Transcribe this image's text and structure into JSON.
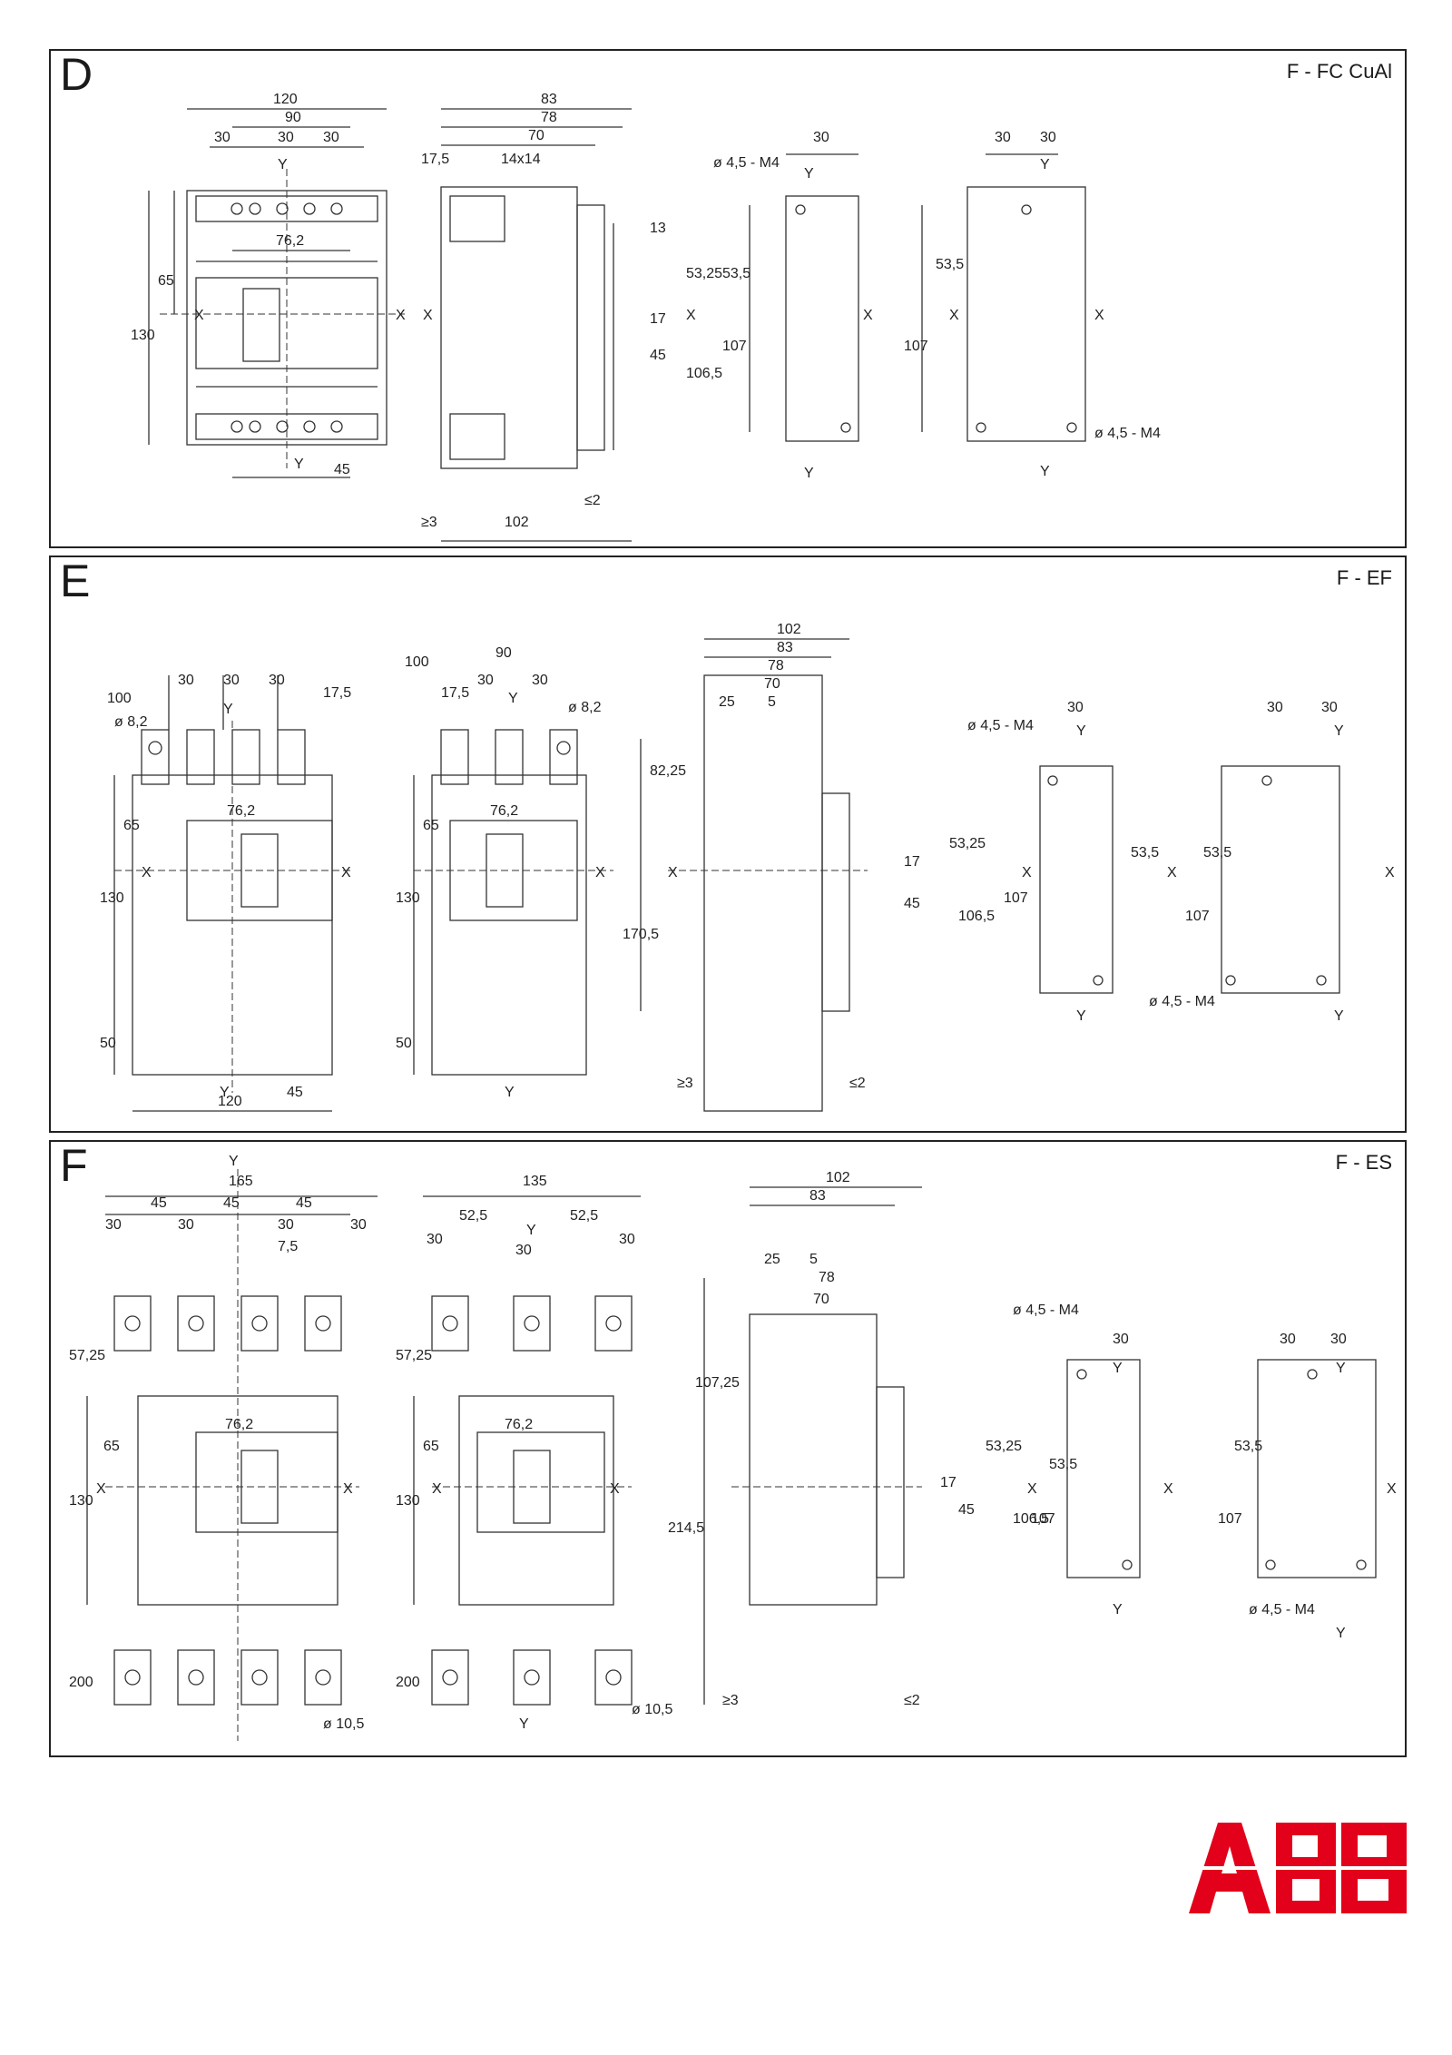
{
  "brand": {
    "name": "ABB",
    "color": "#e2001a"
  },
  "panels": [
    {
      "letter": "D",
      "code": "F - FC CuAl",
      "labels": {
        "d_120": "120",
        "d_90": "90",
        "d_30a": "30",
        "d_30b": "30",
        "d_30c": "30",
        "d_y_top": "Y",
        "d_76": "76,2",
        "d_65": "65",
        "d_130": "130",
        "d_x_left": "X",
        "d_x_right": "X",
        "d_y_bot": "Y",
        "d_45": "45",
        "s_83": "83",
        "s_78": "78",
        "s_70": "70",
        "s_175": "17,5",
        "s_14x14": "14x14",
        "s_13": "13",
        "s_5325": "53,25",
        "s_17": "17",
        "s_45": "45",
        "s_1065": "106,5",
        "s_x_left": "X",
        "s_x_right": "X",
        "s_ge3": "≥3",
        "s_102": "102",
        "s_le2": "≤2",
        "t1_30": "30",
        "t1_y": "Y",
        "t1_hole": "ø 4,5 - M4",
        "t1_535": "53,5",
        "t1_107": "107",
        "t1_x": "X",
        "t1_y_bot": "Y",
        "t2_30a": "30",
        "t2_30b": "30",
        "t2_y": "Y",
        "t2_535": "53,5",
        "t2_107": "107",
        "t2_x_left": "X",
        "t2_x_right": "X",
        "t2_hole": "ø 4,5 - M4",
        "t2_y_bot": "Y"
      }
    },
    {
      "letter": "E",
      "code": "F - EF",
      "labels": {
        "a_100": "100",
        "a_30a": "30",
        "a_30b": "30",
        "a_30c": "30",
        "a_175": "17,5",
        "a_82": "ø 8,2",
        "a_y": "Y",
        "a_762": "76,2",
        "a_65": "65",
        "a_130": "130",
        "a_x_left": "X",
        "a_x_right": "X",
        "a_50": "50",
        "a_y_bot": "Y",
        "a_45": "45",
        "a_120": "120",
        "b_100": "100",
        "b_90": "90",
        "b_175": "17,5",
        "b_30a": "30",
        "b_30b": "30",
        "b_y": "Y",
        "b_82": "ø 8,2",
        "b_762": "76,2",
        "b_65": "65",
        "b_130": "130",
        "b_x_right": "X",
        "b_50": "50",
        "b_y_bot": "Y",
        "c_102": "102",
        "c_83": "83",
        "c_78": "78",
        "c_70": "70",
        "c_25": "25",
        "c_5": "5",
        "c_8225": "82,25",
        "c_1705": "170,5",
        "c_x": "X",
        "c_5325": "53,25",
        "c_17": "17",
        "c_45": "45",
        "c_1065": "106,5",
        "c_ge3": "≥3",
        "c_le2": "≤2",
        "t1_hole": "ø 4,5 - M4",
        "t1_30": "30",
        "t1_y": "Y",
        "t1_107": "107",
        "t1_x": "X",
        "t1_535": "53,5",
        "t1_x_right": "X",
        "t1_y_bot": "Y",
        "t2_30a": "30",
        "t2_30b": "30",
        "t2_y": "Y",
        "t2_535": "53,5",
        "t2_107": "107",
        "t2_x": "X",
        "t2_hole": "ø 4,5 - M4",
        "t2_y_bot": "Y"
      }
    },
    {
      "letter": "F",
      "code": "F - ES",
      "labels": {
        "a_y_top": "Y",
        "a_165": "165",
        "a_45a": "45",
        "a_45b": "45",
        "a_45c": "45",
        "a_30a": "30",
        "a_30b": "30",
        "a_30c": "30",
        "a_30d": "30",
        "a_75": "7,5",
        "a_5725": "57,25",
        "a_65": "65",
        "a_130": "130",
        "a_x_left": "X",
        "a_x_right": "X",
        "a_762": "76,2",
        "a_200": "200",
        "a_105": "ø 10,5",
        "b_135": "135",
        "b_525a": "52,5",
        "b_525b": "52,5",
        "b_y": "Y",
        "b_30a": "30",
        "b_30b": "30",
        "b_30c": "30",
        "b_5725": "57,25",
        "b_65": "65",
        "b_130": "130",
        "b_x_left": "X",
        "b_x_right": "X",
        "b_762": "76,2",
        "b_200": "200",
        "b_y_bot": "Y",
        "b_105": "ø 10,5",
        "c_102": "102",
        "c_83": "83",
        "c_25": "25",
        "c_5": "5",
        "c_78": "78",
        "c_70": "70",
        "c_10725": "107,25",
        "c_2145": "214,5",
        "c_5325": "53,25",
        "c_17": "17",
        "c_45": "45",
        "c_1065": "106,5",
        "c_x": "X",
        "c_ge3": "≥3",
        "c_le2": "≤2",
        "t1_hole": "ø 4,5 - M4",
        "t1_30": "30",
        "t1_y": "Y",
        "t1_535": "53,5",
        "t1_107": "107",
        "t1_x": "X",
        "t1_y_bot": "Y",
        "t2_30a": "30",
        "t2_30b": "30",
        "t2_y": "Y",
        "t2_535": "53,5",
        "t2_107": "107",
        "t2_x": "X",
        "t2_hole": "ø 4,5 - M4",
        "t2_y_bot": "Y"
      }
    }
  ]
}
